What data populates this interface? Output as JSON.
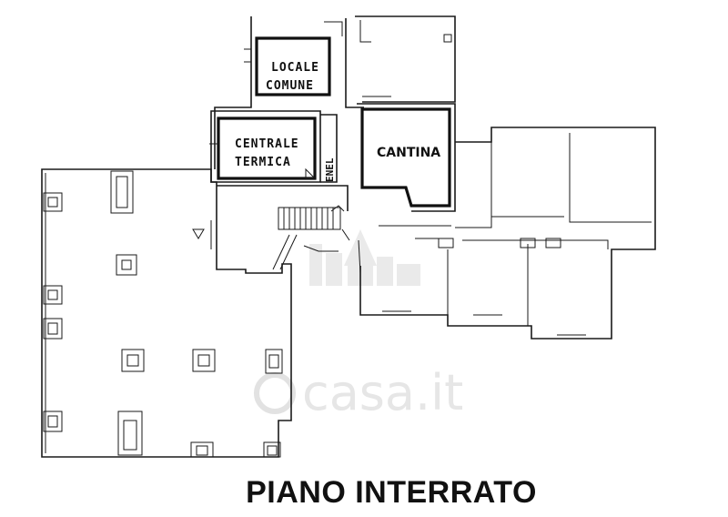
{
  "rooms": {
    "locale_comune_line1": "LOCALE",
    "locale_comune_line2": "COMUNE",
    "centrale_termica_line1": "CENTRALE",
    "centrale_termica_line2": "TERMICA",
    "enel": "ENEL",
    "cantina": "CANTINA"
  },
  "watermark": {
    "text": "casa.it"
  },
  "title": "PIANO INTERRATO"
}
